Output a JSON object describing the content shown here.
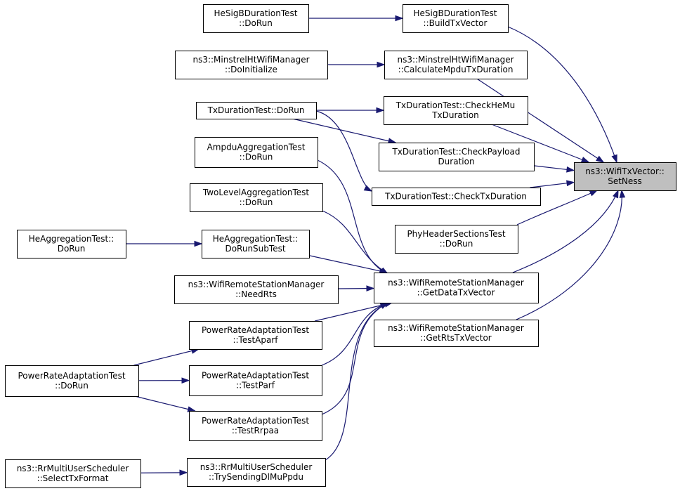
{
  "nodes": {
    "root": [
      "ns3::WifiTxVector::",
      "SetNess"
    ],
    "hesig_dorun": [
      "HeSigBDurationTest",
      "::DoRun"
    ],
    "hesig_build": [
      "HeSigBDurationTest",
      "::BuildTxVector"
    ],
    "minstrel_init": [
      "ns3::MinstrelHtWifiManager",
      "::DoInitialize"
    ],
    "minstrel_calc": [
      "ns3::MinstrelHtWifiManager",
      "::CalculateMpduTxDuration"
    ],
    "txdur_dorun": [
      "TxDurationTest::DoRun"
    ],
    "txdur_hemu": [
      "TxDurationTest::CheckHeMu",
      "TxDuration"
    ],
    "txdur_payload": [
      "TxDurationTest::CheckPayload",
      "Duration"
    ],
    "txdur_txdur": [
      "TxDurationTest::CheckTxDuration"
    ],
    "ampdu_dorun": [
      "AmpduAggregationTest",
      "::DoRun"
    ],
    "twolevel_dorun": [
      "TwoLevelAggregationTest",
      "::DoRun"
    ],
    "heagg_dorun": [
      "HeAggregationTest::",
      "DoRun"
    ],
    "heagg_sub": [
      "HeAggregationTest::",
      "DoRunSubTest"
    ],
    "phyheader_dorun": [
      "PhyHeaderSectionsTest",
      "::DoRun"
    ],
    "wrsm_needrts": [
      "ns3::WifiRemoteStationManager",
      "::NeedRts"
    ],
    "wrsm_getdata": [
      "ns3::WifiRemoteStationManager",
      "::GetDataTxVector"
    ],
    "wrsm_getrts": [
      "ns3::WifiRemoteStationManager",
      "::GetRtsTxVector"
    ],
    "pra_aparf": [
      "PowerRateAdaptationTest",
      "::TestAparf"
    ],
    "pra_dorun": [
      "PowerRateAdaptationTest",
      "::DoRun"
    ],
    "pra_parf": [
      "PowerRateAdaptationTest",
      "::TestParf"
    ],
    "pra_rrpaa": [
      "PowerRateAdaptationTest",
      "::TestRrpaa"
    ],
    "rr_select": [
      "ns3::RrMultiUserScheduler",
      "::SelectTxFormat"
    ],
    "rr_try": [
      "ns3::RrMultiUserScheduler",
      "::TrySendingDlMuPpdu"
    ]
  },
  "edges": [
    [
      "hesig_build",
      "root"
    ],
    [
      "minstrel_calc",
      "root"
    ],
    [
      "txdur_hemu",
      "root"
    ],
    [
      "txdur_payload",
      "root"
    ],
    [
      "txdur_txdur",
      "root"
    ],
    [
      "phyheader_dorun",
      "root"
    ],
    [
      "wrsm_getdata",
      "root"
    ],
    [
      "wrsm_getrts",
      "root"
    ],
    [
      "hesig_dorun",
      "hesig_build"
    ],
    [
      "minstrel_init",
      "minstrel_calc"
    ],
    [
      "txdur_dorun",
      "txdur_hemu"
    ],
    [
      "txdur_dorun",
      "txdur_payload"
    ],
    [
      "txdur_dorun",
      "txdur_txdur"
    ],
    [
      "heagg_dorun",
      "heagg_sub"
    ],
    [
      "ampdu_dorun",
      "wrsm_getdata"
    ],
    [
      "twolevel_dorun",
      "wrsm_getdata"
    ],
    [
      "heagg_sub",
      "wrsm_getdata"
    ],
    [
      "wrsm_needrts",
      "wrsm_getdata"
    ],
    [
      "pra_aparf",
      "wrsm_getdata"
    ],
    [
      "pra_parf",
      "wrsm_getdata"
    ],
    [
      "pra_rrpaa",
      "wrsm_getdata"
    ],
    [
      "rr_try",
      "wrsm_getdata"
    ],
    [
      "pra_dorun",
      "pra_aparf"
    ],
    [
      "pra_dorun",
      "pra_parf"
    ],
    [
      "pra_dorun",
      "pra_rrpaa"
    ],
    [
      "rr_select",
      "rr_try"
    ]
  ],
  "colors": {
    "edge": "#191970",
    "root_fill": "#bfbfbf",
    "node_fill": "#ffffff",
    "border": "#000000"
  }
}
